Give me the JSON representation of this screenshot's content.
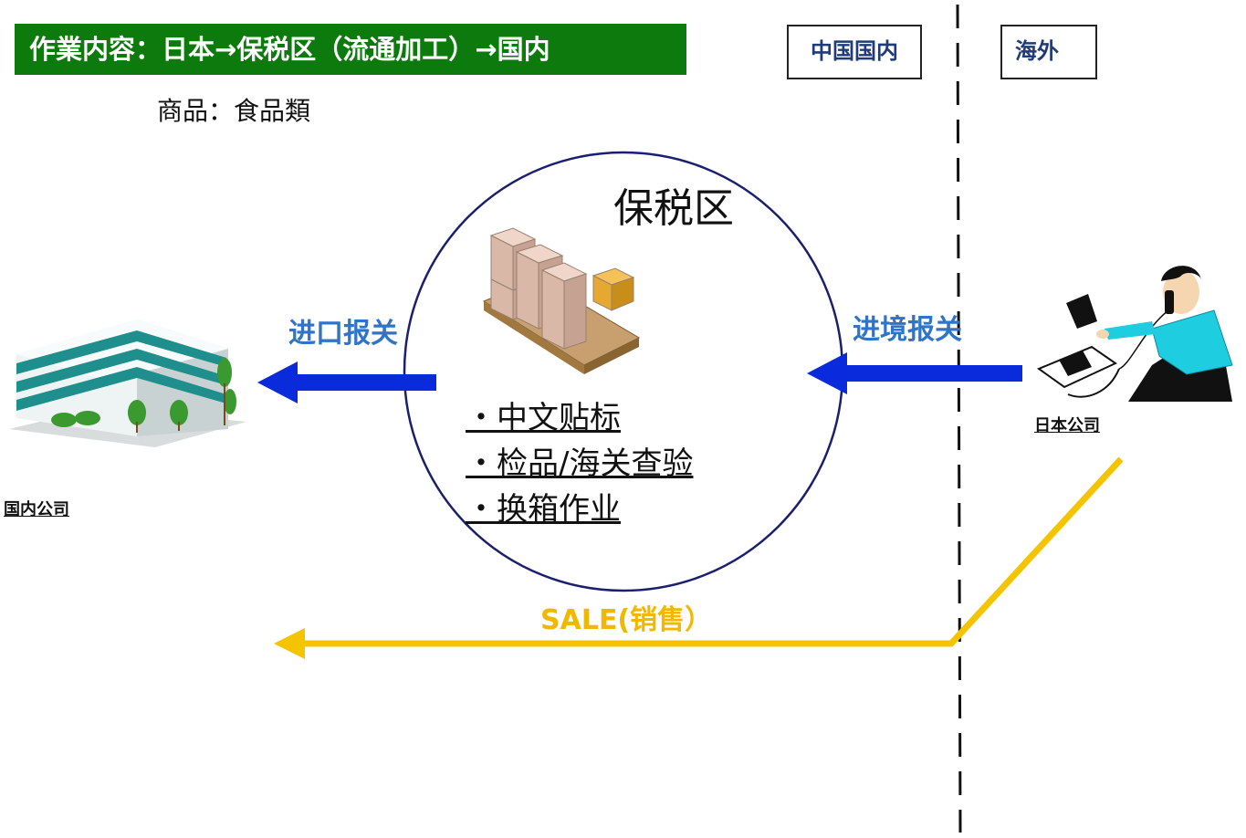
{
  "header": {
    "title": "作業内容：日本→保税区（流通加工）→国内",
    "goods": "商品：食品類"
  },
  "regions": {
    "china": "中国国内",
    "overseas": "海外"
  },
  "bonded_zone": {
    "title": "保税区",
    "tasks": [
      "・中文贴标",
      "・检品/海关查验",
      "・换箱作业"
    ]
  },
  "flows": {
    "import_customs": "进口报关",
    "entry_customs": "进境报关",
    "sale": "SALE(销售）"
  },
  "companies": {
    "domestic": "国内公司",
    "japan": "日本公司"
  },
  "colors": {
    "title_bg": "#0c7a0c",
    "region_text": "#1f3c78",
    "arrow_blue": "#0a2bdc",
    "label_blue": "#2f74c8",
    "sale": "#f5c400",
    "circle": "#1a1f6e"
  },
  "icons": [
    "office-building-icon",
    "pallet-boxes-icon",
    "businessman-phone-icon"
  ]
}
